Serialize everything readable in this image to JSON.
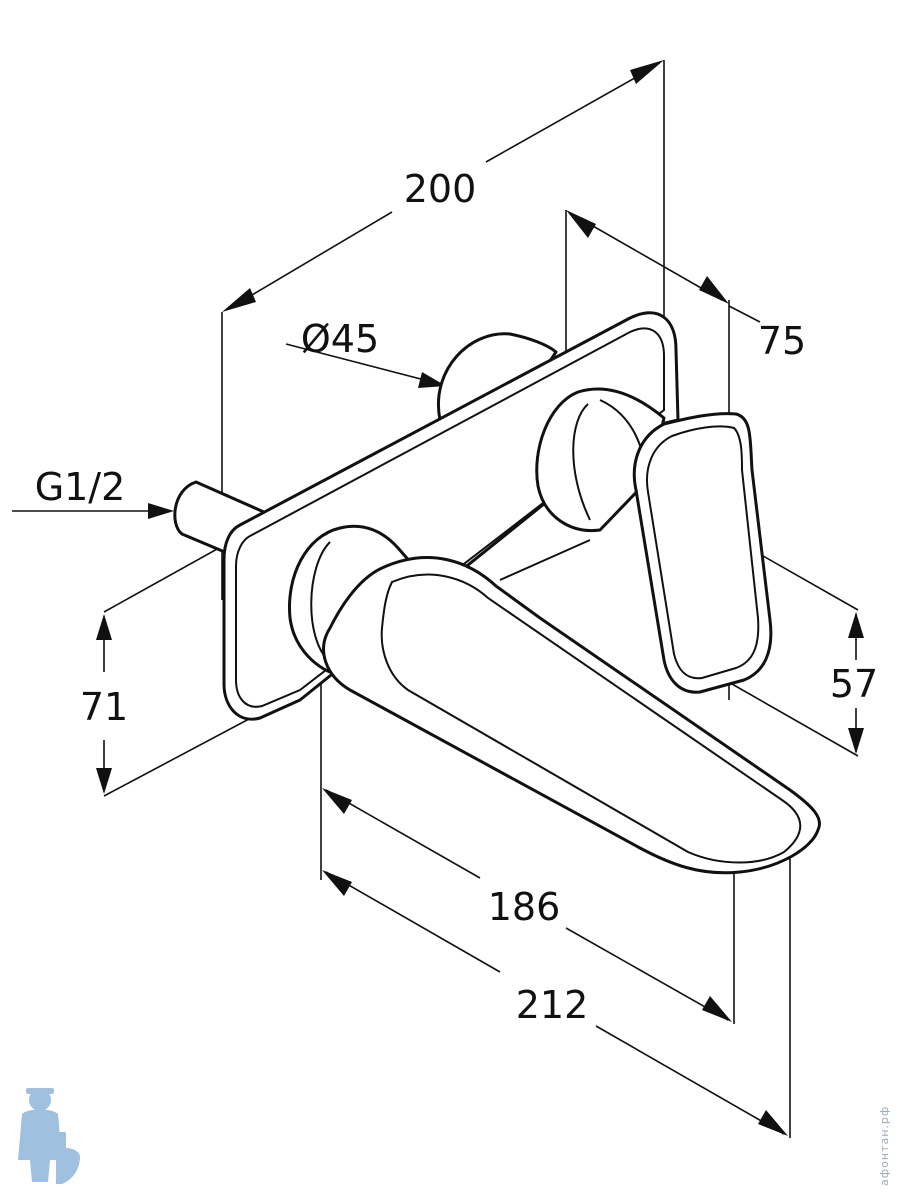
{
  "dimensions": {
    "overall_width": "200",
    "diameter": "Ø45",
    "handle_depth": "75",
    "thread": "G1/2",
    "height_left": "71",
    "height_right": "57",
    "spout_length": "186",
    "total_projection": "212"
  },
  "watermark": {
    "text": "афонтан.рф",
    "mascot_icon": "plumber-mascot-icon"
  },
  "colors": {
    "line": "#111111",
    "background": "#ffffff",
    "mascot": "#8fb6d9"
  }
}
